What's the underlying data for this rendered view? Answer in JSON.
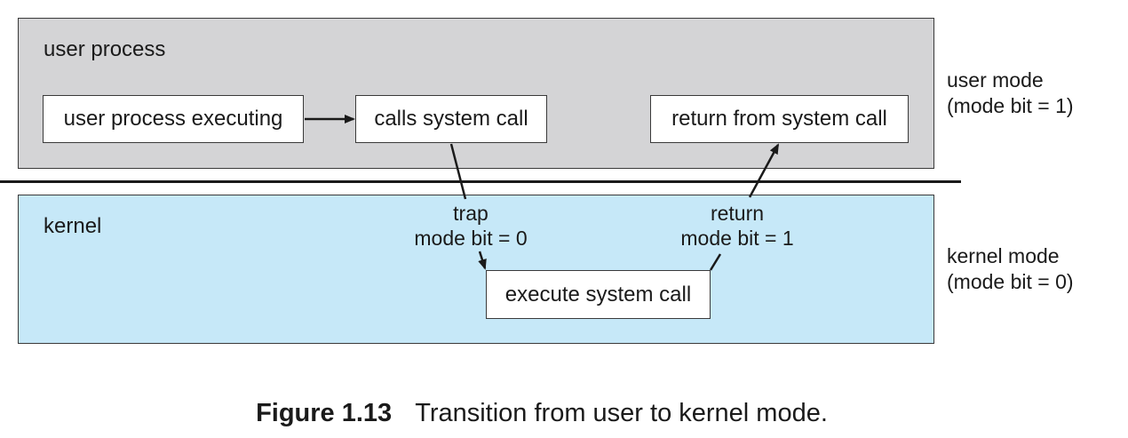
{
  "regions": {
    "user": {
      "label": "user process",
      "mode_line1": "user mode",
      "mode_line2": "(mode bit = 1)"
    },
    "kernel": {
      "label": "kernel",
      "mode_line1": "kernel mode",
      "mode_line2": "(mode bit = 0)"
    }
  },
  "nodes": {
    "executing": "user process executing",
    "calls": "calls system call",
    "return_from": "return from system call",
    "execute": "execute system call"
  },
  "edges": {
    "trap": {
      "line1": "trap",
      "line2": "mode bit = 0"
    },
    "return": {
      "line1": "return",
      "line2": "mode bit = 1"
    }
  },
  "caption": {
    "number": "Figure 1.13",
    "text": "Transition from user to kernel mode."
  },
  "colors": {
    "user_region": "#d4d4d6",
    "kernel_region": "#c6e8f8",
    "stroke": "#1a1a1a"
  }
}
